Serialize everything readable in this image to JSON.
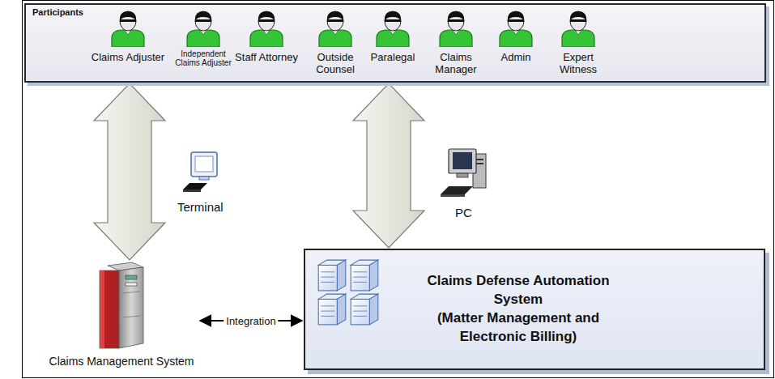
{
  "diagram": {
    "nodes": [
      {
        "text": [
          "Participants"
        ]
      },
      {
        "text": [
          "Claims Adjuster"
        ],
        "in": 0
      },
      {
        "text": [
          "Independent Claims Adjuster"
        ],
        "in": 0
      },
      {
        "text": [
          "Staff Attorney"
        ],
        "in": 0
      },
      {
        "text": [
          "Outside Counsel"
        ],
        "in": 0
      },
      {
        "text": [
          "Paralegal"
        ],
        "in": 0
      },
      {
        "text": [
          "Claims Manager"
        ],
        "in": 0
      },
      {
        "text": [
          "Admin"
        ],
        "in": 0
      },
      {
        "text": [
          "Expert Witness"
        ],
        "in": 0
      },
      {
        "text": [
          "Claims Management System"
        ]
      },
      {
        "text": [
          "Claims Defense Automation System",
          "(Matter Management and Electronic Billing)"
        ]
      }
    ],
    "edges": [
      {
        "from": 0,
        "to": 9,
        "arrow": "both"
      },
      {
        "from": 0,
        "to": 10,
        "arrow": "both"
      },
      {
        "from": 9,
        "to": 10,
        "label": "Integration",
        "arrow": "both"
      }
    ],
    "labels": [
      "Terminal",
      "PC"
    ]
  }
}
